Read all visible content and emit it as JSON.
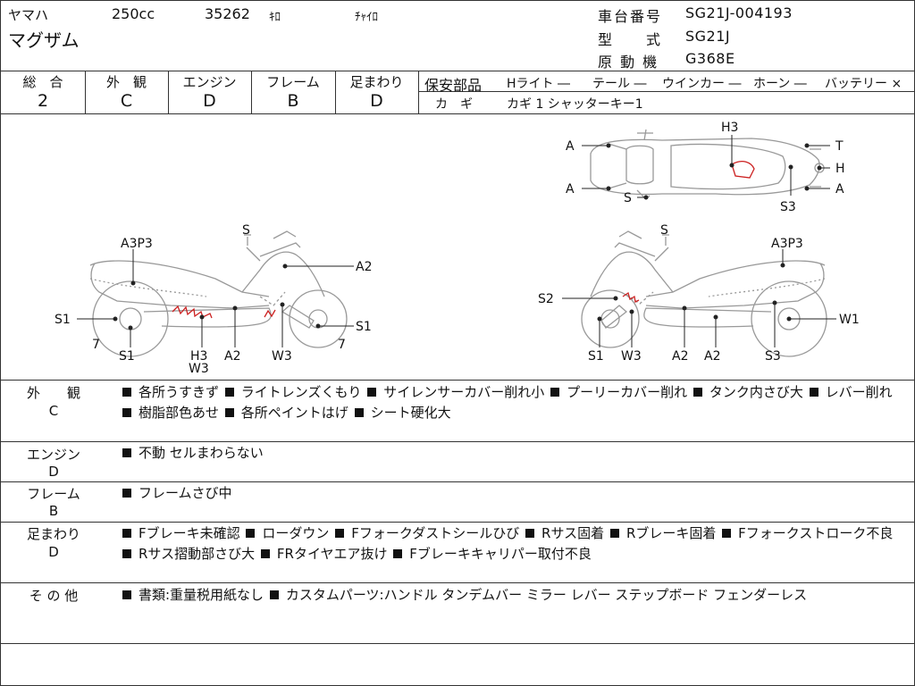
{
  "header": {
    "maker": "ヤマハ",
    "displacement": "250cc",
    "mileage": "35262",
    "mileage_unit": "ｷﾛ",
    "color": "ﾁｬｲﾛ",
    "model_name": "マグザム",
    "frame_no_label": "車台番号",
    "frame_no": "SG21J-004193",
    "type_label": "型　　式",
    "type_value": "SG21J",
    "engine_label": "原 動 機",
    "engine_value": "G368E"
  },
  "grades": [
    {
      "label": "総　合",
      "value": "2"
    },
    {
      "label": "外　観",
      "value": "C"
    },
    {
      "label": "エンジン",
      "value": "D"
    },
    {
      "label": "フレーム",
      "value": "B"
    },
    {
      "label": "足まわり",
      "value": "D"
    }
  ],
  "safety_parts": {
    "label": "保安部品",
    "items": [
      {
        "name": "Hライト",
        "value": "―"
      },
      {
        "name": "テール",
        "value": "―"
      },
      {
        "name": "ウインカー",
        "value": "―"
      },
      {
        "name": "ホーン",
        "value": "―"
      },
      {
        "name": "バッテリー",
        "value": "×"
      }
    ],
    "key_label": "カ　ギ",
    "key_value": "カギ 1 シャッターキー1"
  },
  "diagram": {
    "top_view_labels": [
      "A",
      "A",
      "S",
      "H3",
      "T",
      "H",
      "A",
      "S3"
    ],
    "left_view_labels": [
      "S",
      "A3P3",
      "A2",
      "S1",
      "7",
      "S1",
      "H3",
      "W3",
      "A2",
      "W3",
      "S1",
      "7"
    ],
    "right_view_labels": [
      "S",
      "A3P3",
      "S2",
      "W1",
      "S1",
      "W3",
      "A2",
      "A2",
      "S3"
    ]
  },
  "sections": [
    {
      "label1": "外　　観",
      "label2": "C",
      "items": [
        "各所うすきず",
        "ライトレンズくもり",
        "サイレンサーカバー削れ小",
        "プーリーカバー削れ",
        "タンク内さび大",
        "レバー削れ",
        "樹脂部色あせ",
        "各所ペイントはげ",
        "シート硬化大"
      ]
    },
    {
      "label1": "エンジン",
      "label2": "D",
      "items": [
        "不動 セルまわらない"
      ]
    },
    {
      "label1": "フレーム",
      "label2": "B",
      "items": [
        "フレームさび中"
      ]
    },
    {
      "label1": "足まわり",
      "label2": "D",
      "items": [
        "Fブレーキ未確認",
        "ローダウン",
        "Fフォークダストシールひび",
        "Rサス固着",
        "Rブレーキ固着",
        "Fフォークストローク不良",
        "Rサス摺動部さび大",
        "FRタイヤエア抜け",
        "Fブレーキキャリパー取付不良"
      ]
    },
    {
      "label1": "そ の 他",
      "label2": "",
      "items": [
        "書類:重量税用紙なし",
        "カスタムパーツ:ハンドル タンデムバー ミラー レバー ステップボード フェンダーレス"
      ]
    }
  ]
}
